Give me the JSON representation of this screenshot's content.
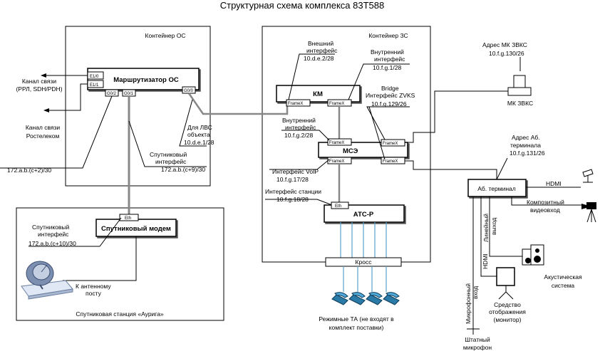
{
  "title": "Структурная схема комплекса 83Т588",
  "containers": {
    "os": "Контейнер ОС",
    "zs": "Контейнер ЗС",
    "sat_station": "Спутниковая станция «Аурига»"
  },
  "devices": {
    "router": "Маршрутизатор ОС",
    "km": "КМ",
    "mse": "МСЭ",
    "ats": "АТС-Р",
    "modem": "Спутниковый модем",
    "cross": "Кросс",
    "ab_terminal": "Аб. терминал",
    "mk_zvks": "МК ЗВКС"
  },
  "ports": {
    "e1_0": "E1/0",
    "e1_1": "E1/1",
    "g0_2": "G0/2",
    "g0_1": "G0/1",
    "g0_0": "G0/0",
    "framex": "FrameX",
    "eth": "Eth"
  },
  "labels": {
    "channel_rrl_1": "Канал связи",
    "channel_rrl_2": "(РРЛ, SDH/PDH)",
    "channel_rt_1": "Канал связи",
    "channel_rt_2": "Ростелеком",
    "lan_os_1": "Для ЛВС",
    "lan_os_2": "объекта",
    "lan_os_3": "10.d.e.1/28",
    "sat_if_os_1": "Спутниковый",
    "sat_if_os_2": "интерфейс",
    "sat_if_os_3": "172.a.b.(c+9)/30",
    "addr_c2": "172.a.b.(c+2)/30",
    "ext_if_1": "Внешний",
    "ext_if_2": "интерфейс",
    "ext_if_3": "10.d.e.2/28",
    "int_if1_1": "Внутренний",
    "int_if1_2": "интерфейс",
    "int_if1_3": "10.f.g.1/28",
    "bridge_1": "Bridge",
    "bridge_2": "Интерфейс  ZVKS",
    "bridge_3": "10.f.g.129/26",
    "int_if2_1": "Внутренний",
    "int_if2_2": "интерфейс",
    "int_if2_3": "10.f.g.2/28",
    "voip_1": "Интерфейс VoIP",
    "voip_2": "10.f.g.17/28",
    "station_if_1": "Интерфейс станции",
    "station_if_2": "10.f.g.18/28",
    "modem_if_1": "Спутниковый",
    "modem_if_2": "интерфейс",
    "modem_if_3": "172.a.b.(c+10)/30",
    "antenna_1": "К антенному",
    "antenna_2": "посту",
    "mk_addr_1": "Адрес МК ЗВКС",
    "mk_addr_2": "10.f.g.130/26",
    "ab_addr_1": "Адрес Аб.",
    "ab_addr_2": "терминала",
    "ab_addr_3": "10.f.g.131/26",
    "hdmi_out": "HDMI",
    "composite_1": "Композитный",
    "composite_2": "видеовход",
    "line_out_1": "Линейный",
    "line_out_2": "выход",
    "hdmi_in": "HDMI",
    "mic_in_1": "Микрофонный",
    "mic_in_2": "вход",
    "speakers_1": "Акустическая",
    "speakers_2": "система",
    "display_1": "Средство",
    "display_2": "отображения",
    "display_3": "(монитор)",
    "mic_1": "Штатный",
    "mic_2": "микрофон",
    "phones_1": "Режимные ТА (не входят в",
    "phones_2": "комплект поставки)"
  }
}
